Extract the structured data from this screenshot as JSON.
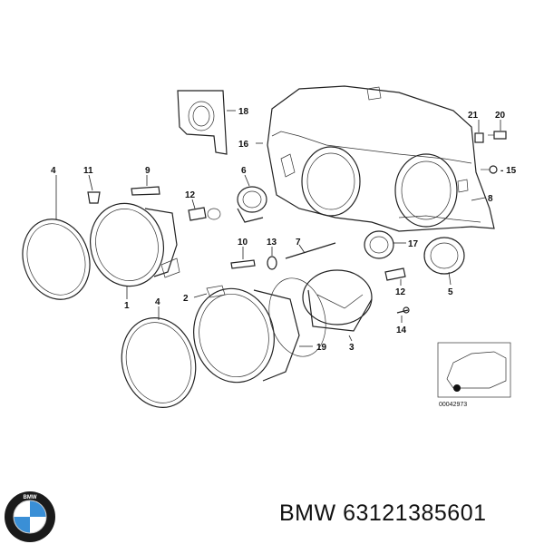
{
  "callouts": [
    {
      "id": "c18",
      "text": "18"
    },
    {
      "id": "c16",
      "text": "16"
    },
    {
      "id": "c21",
      "text": "21"
    },
    {
      "id": "c20",
      "text": "20"
    },
    {
      "id": "c4a",
      "text": "4"
    },
    {
      "id": "c11",
      "text": "11"
    },
    {
      "id": "c9",
      "text": "9"
    },
    {
      "id": "c6",
      "text": "6"
    },
    {
      "id": "c15",
      "text": "- 15"
    },
    {
      "id": "c12a",
      "text": "12"
    },
    {
      "id": "c8",
      "text": "8"
    },
    {
      "id": "c10",
      "text": "10"
    },
    {
      "id": "c13",
      "text": "13"
    },
    {
      "id": "c7",
      "text": "7"
    },
    {
      "id": "c17",
      "text": "17"
    },
    {
      "id": "c1",
      "text": "1"
    },
    {
      "id": "c4b",
      "text": "4"
    },
    {
      "id": "c2",
      "text": "2"
    },
    {
      "id": "c12b",
      "text": "12"
    },
    {
      "id": "c5",
      "text": "5"
    },
    {
      "id": "c14",
      "text": "14"
    },
    {
      "id": "c19",
      "text": "19"
    },
    {
      "id": "c3",
      "text": "3"
    }
  ],
  "inset_code": "00042973",
  "footer": {
    "brand": "BMW",
    "part_number": "63121385601"
  },
  "logo": {
    "icon": "bmw-roundel-icon",
    "letters": "BMW"
  },
  "colors": {
    "line": "#222222",
    "logo_blue": "#3a8fd6",
    "logo_ring": "#1a1a1a"
  }
}
